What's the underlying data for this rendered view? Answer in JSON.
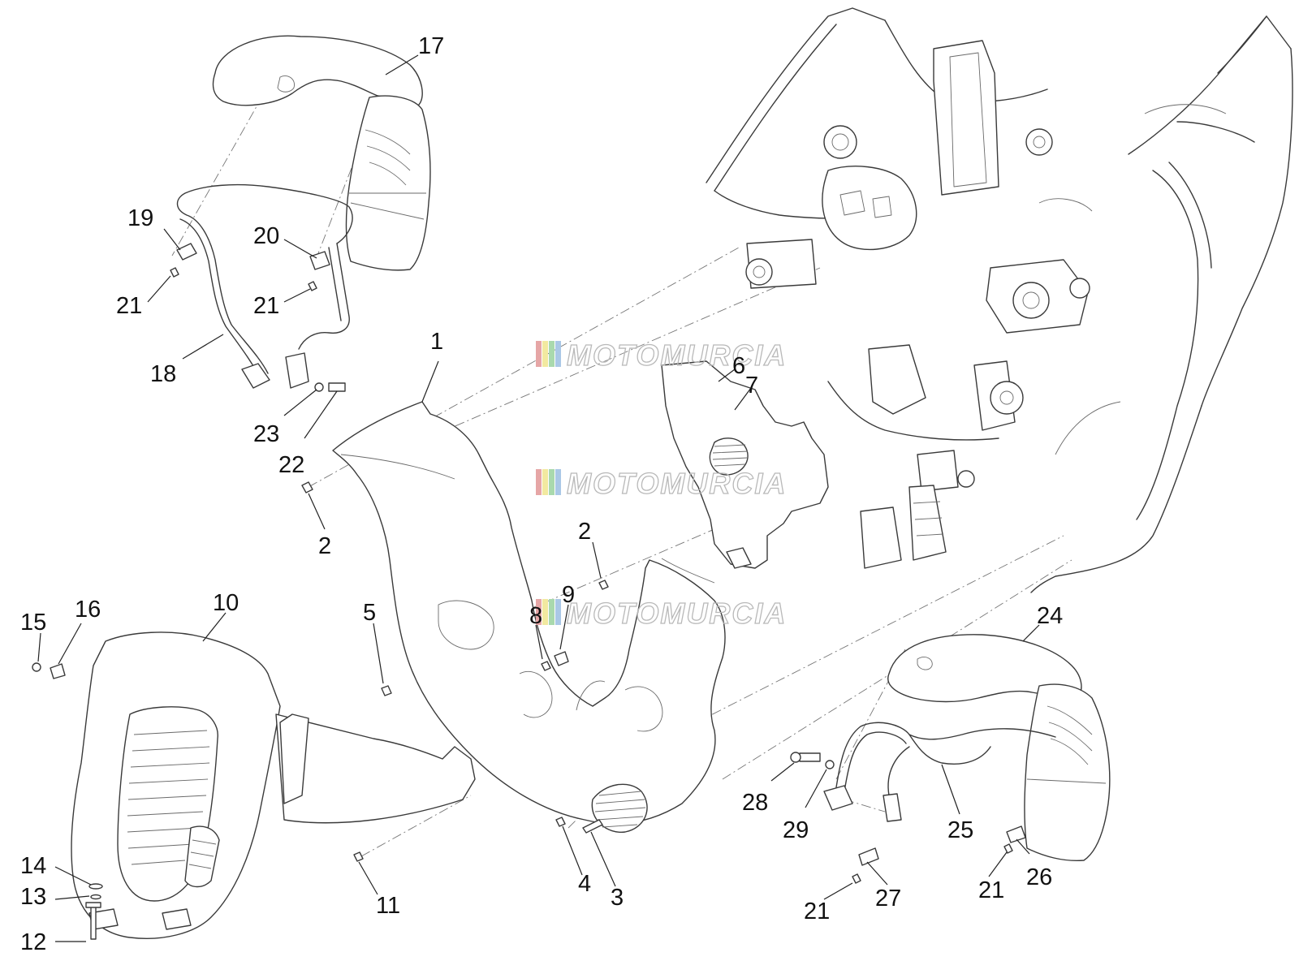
{
  "watermark": {
    "text": "MOTOMURCIA",
    "stripe_colors": [
      "#e6a6a6",
      "#f2e9a0",
      "#a9d9ad",
      "#aac8e6"
    ]
  },
  "callouts": [
    {
      "id": "c17",
      "text": "17"
    },
    {
      "id": "c19",
      "text": "19"
    },
    {
      "id": "c20",
      "text": "20"
    },
    {
      "id": "c21a",
      "text": "21"
    },
    {
      "id": "c21b",
      "text": "21"
    },
    {
      "id": "c18",
      "text": "18"
    },
    {
      "id": "c23",
      "text": "23"
    },
    {
      "id": "c22",
      "text": "22"
    },
    {
      "id": "c1",
      "text": "1"
    },
    {
      "id": "c6",
      "text": "6"
    },
    {
      "id": "c7",
      "text": "7"
    },
    {
      "id": "c2a",
      "text": "2"
    },
    {
      "id": "c2b",
      "text": "2"
    },
    {
      "id": "c5",
      "text": "5"
    },
    {
      "id": "c8",
      "text": "8"
    },
    {
      "id": "c9",
      "text": "9"
    },
    {
      "id": "c15",
      "text": "15"
    },
    {
      "id": "c16",
      "text": "16"
    },
    {
      "id": "c10",
      "text": "10"
    },
    {
      "id": "c14",
      "text": "14"
    },
    {
      "id": "c13",
      "text": "13"
    },
    {
      "id": "c12",
      "text": "12"
    },
    {
      "id": "c11",
      "text": "11"
    },
    {
      "id": "c4",
      "text": "4"
    },
    {
      "id": "c3",
      "text": "3"
    },
    {
      "id": "c24",
      "text": "24"
    },
    {
      "id": "c28",
      "text": "28"
    },
    {
      "id": "c29",
      "text": "29"
    },
    {
      "id": "c25",
      "text": "25"
    },
    {
      "id": "c21c",
      "text": "21"
    },
    {
      "id": "c27",
      "text": "27"
    },
    {
      "id": "c21d",
      "text": "21"
    },
    {
      "id": "c26",
      "text": "26"
    }
  ]
}
